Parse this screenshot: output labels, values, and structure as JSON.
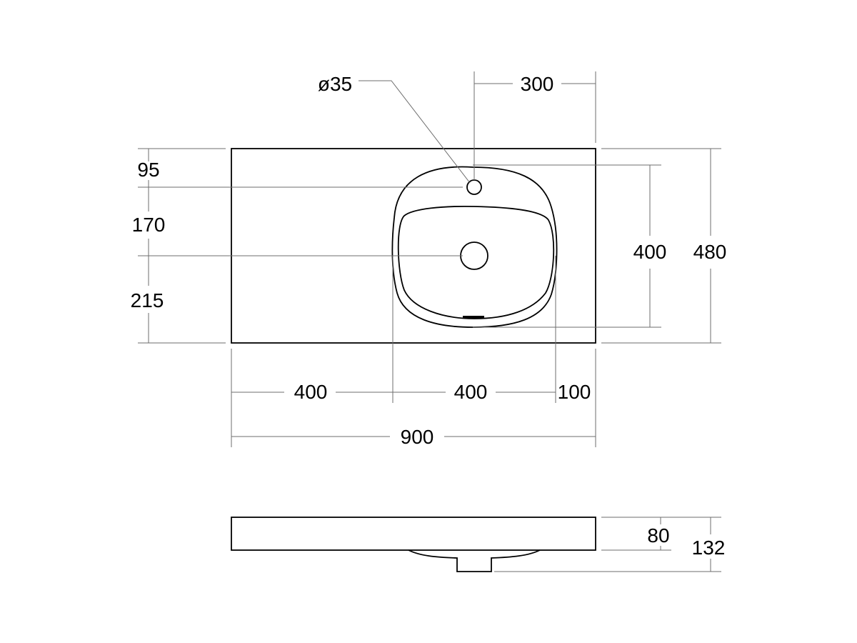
{
  "drawing": {
    "dimensions": {
      "tap_hole": "ø35",
      "tap_offset": "300",
      "top_to_tap": "95",
      "tap_to_waste": "170",
      "waste_to_front": "215",
      "bowl_depth": "400",
      "total_depth": "480",
      "left_deck": "400",
      "bowl_width": "400",
      "right_deck": "100",
      "total_width": "900",
      "bowl_height": "80",
      "total_height": "132"
    }
  }
}
